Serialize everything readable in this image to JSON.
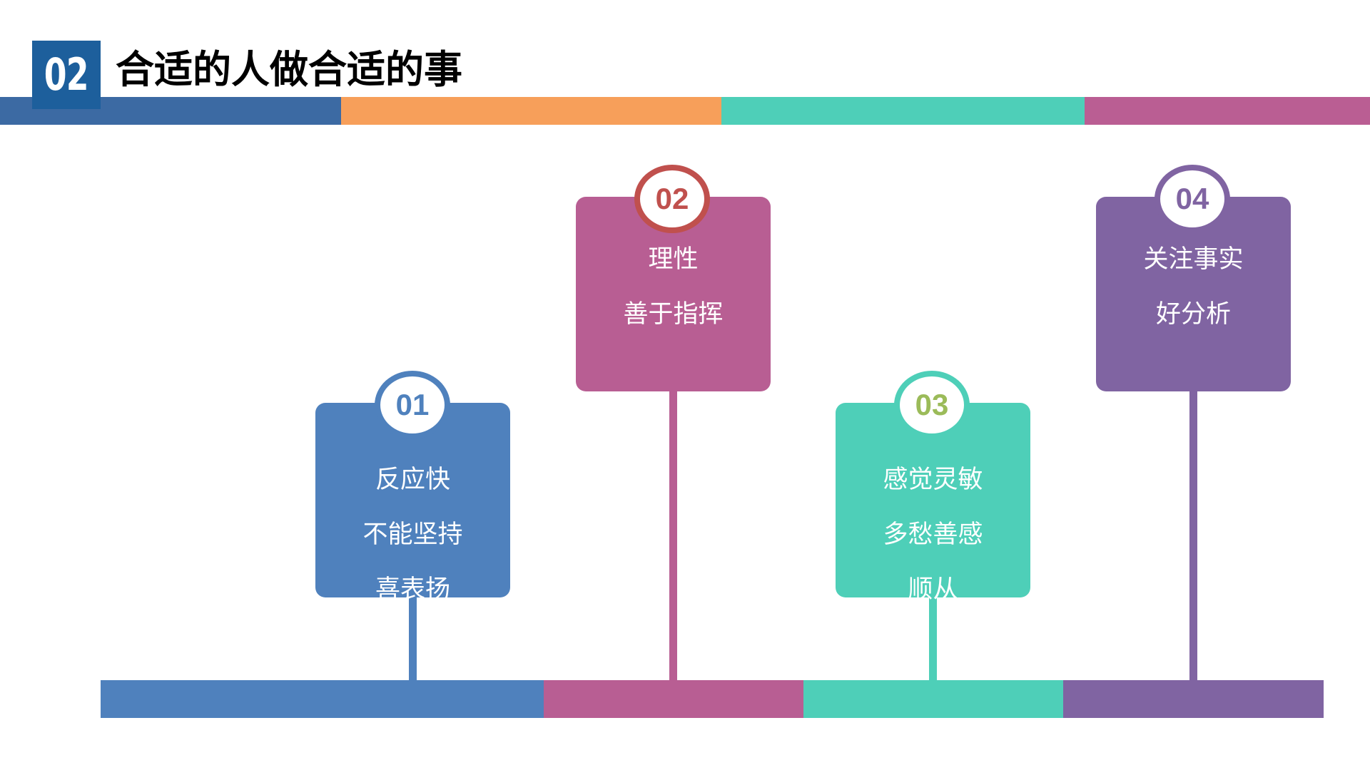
{
  "header": {
    "section_number": "02",
    "title": "合适的人做合适的事"
  },
  "colors": {
    "badge_blue": "#1d5f9c",
    "blue": "#4f81bd",
    "orange": "#f79f5a",
    "teal": "#4ecfb8",
    "magenta": "#b85e93",
    "purple": "#8064a2",
    "header_blue": "#3c6aa3",
    "header_magenta": "#ba5e93",
    "red_ring": "#c0504d",
    "green_text": "#9bbb59"
  },
  "cards": [
    {
      "number": "01",
      "lines": [
        "反应快",
        "不能坚持",
        "喜表扬"
      ]
    },
    {
      "number": "02",
      "lines": [
        "理性",
        "善于指挥"
      ]
    },
    {
      "number": "03",
      "lines": [
        "感觉灵敏",
        "多愁善感",
        "顺从"
      ]
    },
    {
      "number": "04",
      "lines": [
        "关注事实",
        "好分析"
      ]
    }
  ]
}
